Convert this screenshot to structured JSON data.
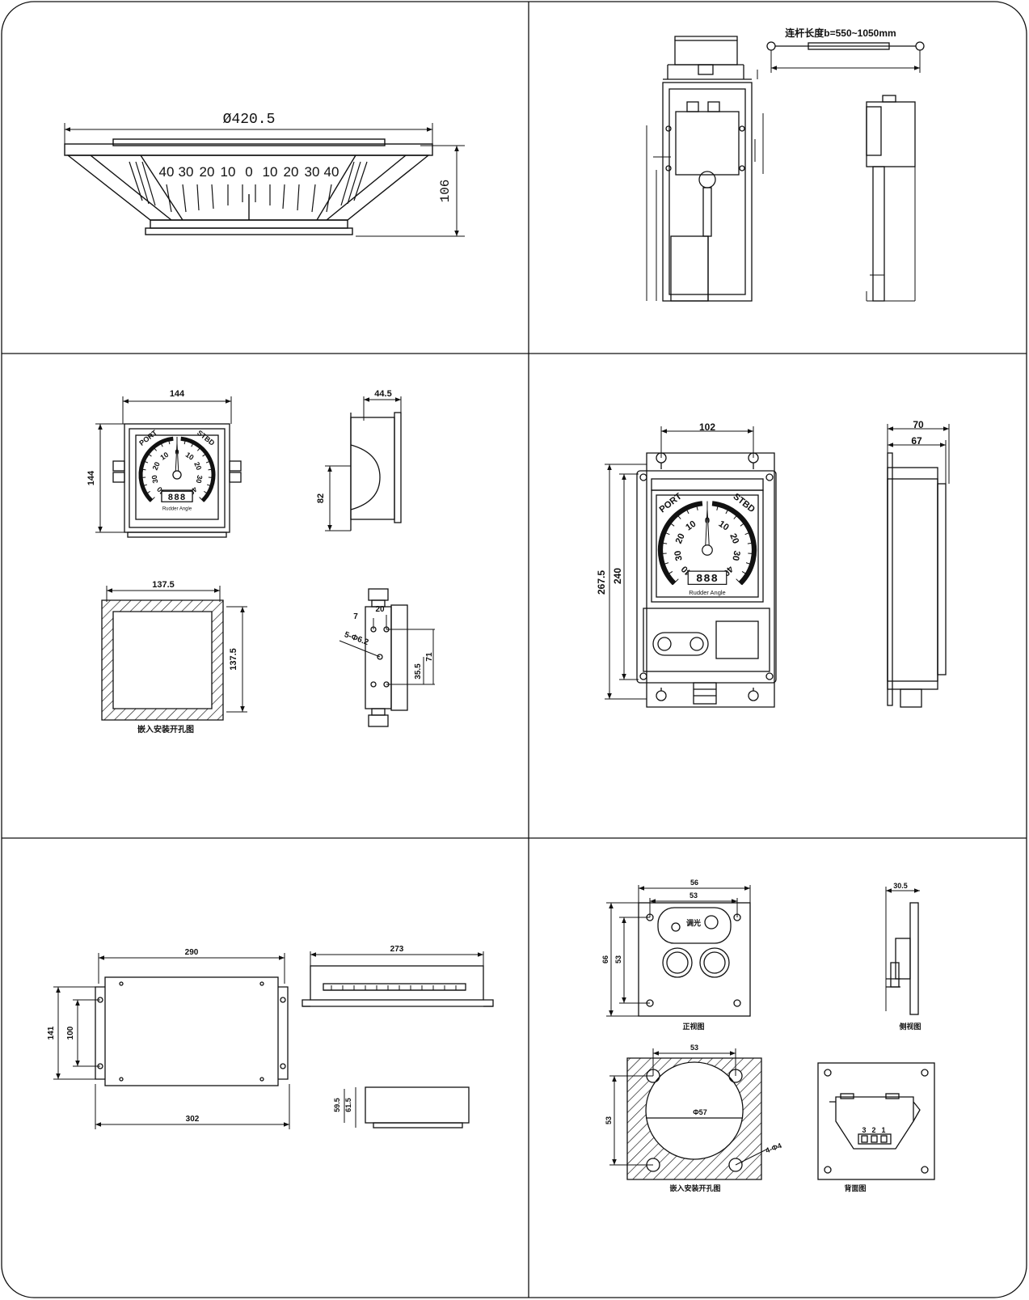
{
  "panel_tl": {
    "diameter_label": "Ø420.5",
    "height_label": "106",
    "scale_labels": [
      "40",
      "30",
      "20",
      "10",
      "0",
      "10",
      "20",
      "30",
      "40"
    ]
  },
  "panel_tr": {
    "rod_label": "连杆长度b=550~1050mm"
  },
  "panel_ml": {
    "front_width": "144",
    "front_height": "144",
    "side_depth": "44.5",
    "side_height": "82",
    "cutout_width": "137.5",
    "cutout_height": "137.5",
    "cutout_caption": "嵌入安装开孔图",
    "dim_7": "7",
    "dim_20": "20",
    "dim_holes": "5-Φ6.2",
    "dim_35_5": "35.5",
    "dim_71": "71",
    "dial_port": "PORT",
    "dial_stbd": "STBD",
    "dial_caption": "Rudder Angle",
    "dial_digits": "888",
    "dial_labels": [
      "40",
      "30",
      "20",
      "10",
      "0",
      "10",
      "20",
      "30",
      "40"
    ]
  },
  "panel_mr": {
    "top_width": "102",
    "total_height": "267.5",
    "inner_height": "240",
    "side_depth_outer": "70",
    "side_depth_inner": "67",
    "dial_port": "PORT",
    "dial_stbd": "STBD",
    "dial_caption": "Rudder Angle",
    "dial_digits": "888",
    "dial_labels": [
      "40",
      "30",
      "20",
      "10",
      "0",
      "10",
      "20",
      "30",
      "40"
    ]
  },
  "panel_bl": {
    "top_width": "290",
    "bottom_width": "302",
    "outer_height": "141",
    "inner_height": "100",
    "side_width": "273",
    "side_h1": "59.5",
    "side_h2": "61.5"
  },
  "panel_br": {
    "front_outer": "56",
    "front_inner": "53",
    "front_height_outer": "66",
    "front_height_inner": "53",
    "front_caption": "正视图",
    "front_knob_label": "调光",
    "side_depth": "30.5",
    "side_caption": "侧视图",
    "cutout_width": "53",
    "cutout_height": "53",
    "cutout_diameter": "Φ57",
    "cutout_holes": "4-Φ4",
    "cutout_caption": "嵌入安装开孔图",
    "back_caption": "背面图",
    "terminal_labels": [
      "3",
      "2",
      "1"
    ]
  }
}
